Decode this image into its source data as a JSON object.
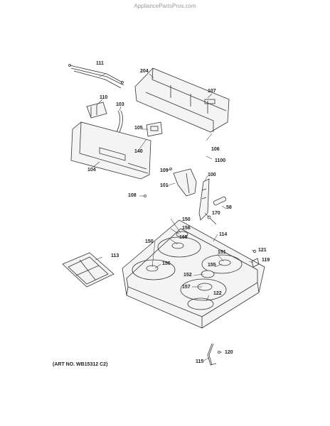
{
  "site_watermark": "AppliancePartsPros.com",
  "art_number": "(ART NO. WB15312 C2)",
  "part_labels": {
    "p111": "111",
    "p204": "204",
    "p107": "107",
    "p110": "110",
    "p103": "103",
    "p105": "105",
    "p140": "140",
    "p106": "106",
    "p1100": "1100",
    "p104": "104",
    "p109": "109",
    "p100": "100",
    "p101": "101",
    "p108": "108",
    "p58": "58",
    "p170": "170",
    "p150a": "150",
    "p156a": "156",
    "p168": "168",
    "p114": "114",
    "p150b": "150",
    "p113": "113",
    "p151": "151",
    "p121": "121",
    "p156b": "156",
    "p155": "155",
    "p119": "119",
    "p152": "152",
    "p157": "157",
    "p122": "122",
    "p120": "120",
    "p115": "115"
  }
}
